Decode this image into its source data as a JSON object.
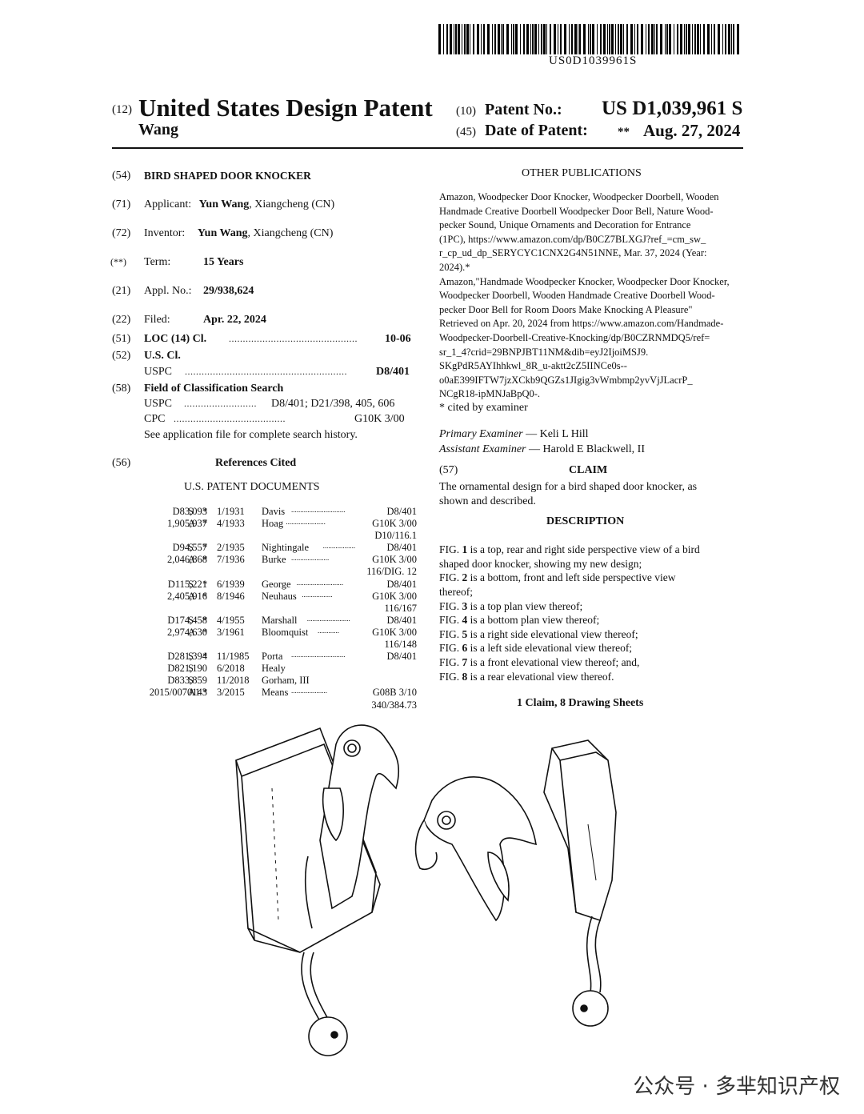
{
  "barcode": {
    "number": "US0D1039961S"
  },
  "header": {
    "type_code": "(12)",
    "title": "United States Design Patent",
    "inventor_short": "Wang",
    "patent_no_code": "(10)",
    "patent_no_label": "Patent No.:",
    "patent_no": "US D1,039,961 S",
    "date_code": "(45)",
    "date_label": "Date of Patent:",
    "date_mark": "**",
    "date": "Aug. 27, 2024"
  },
  "left": {
    "title_code": "(54)",
    "title": "BIRD SHAPED DOOR KNOCKER",
    "applicant_code": "(71)",
    "applicant_label": "Applicant:",
    "applicant_name": "Yun Wang",
    "applicant_loc": ", Xiangcheng (CN)",
    "inventor_code": "(72)",
    "inventor_label": "Inventor:",
    "inventor_name": "Yun Wang",
    "inventor_loc": ", Xiangcheng (CN)",
    "term_code": "(**)",
    "term_label": "Term:",
    "term_value": "15 Years",
    "appl_code": "(21)",
    "appl_label": "Appl. No.:",
    "appl_value": "29/938,624",
    "filed_code": "(22)",
    "filed_label": "Filed:",
    "filed_value": "Apr. 22, 2024",
    "loc_code": "(51)",
    "loc_label": "LOC (14) Cl.",
    "loc_dots": "..............................................",
    "loc_value": "10-06",
    "uscl_code": "(52)",
    "uscl_label": "U.S. Cl.",
    "uspc_label": "USPC",
    "uspc_dots": "..........................................................",
    "uspc_value": "D8/401",
    "field_code": "(58)",
    "field_label": "Field of Classification Search",
    "field_uspc_label": "USPC",
    "field_uspc_dots": "..........................",
    "field_uspc_value": "D8/401; D21/398, 405, 606",
    "field_cpc_label": "CPC",
    "field_cpc_dots": "........................................",
    "field_cpc_value": "G10K 3/00",
    "field_note": "See application file for complete search history.",
    "refs_code": "(56)",
    "refs_label": "References Cited",
    "refs_sub": "U.S. PATENT DOCUMENTS",
    "refs": [
      {
        "num": "D83,093",
        "kind": "S",
        "star": "*",
        "date": "1/1931",
        "name": "Davis",
        "dots": "..............................",
        "cls": "D8/401"
      },
      {
        "num": "1,905,937",
        "kind": "A",
        "star": "*",
        "date": "4/1933",
        "name": "Hoag",
        "dots": "......................",
        "cls": "G10K 3/00"
      },
      {
        "num": "",
        "kind": "",
        "star": "",
        "date": "",
        "name": "",
        "dots": "",
        "cls": "D10/116.1"
      },
      {
        "num": "D94,557",
        "kind": "S",
        "star": "*",
        "date": "2/1935",
        "name": "Nightingale",
        "dots": "..................",
        "cls": "D8/401"
      },
      {
        "num": "2,046,868",
        "kind": "A",
        "star": "*",
        "date": "7/1936",
        "name": "Burke",
        "dots": ".....................",
        "cls": "G10K 3/00"
      },
      {
        "num": "",
        "kind": "",
        "star": "",
        "date": "",
        "name": "",
        "dots": "",
        "cls": "116/DIG. 12"
      },
      {
        "num": "D115,221",
        "kind": "S",
        "star": "*",
        "date": "6/1939",
        "name": "George",
        "dots": "..........................",
        "cls": "D8/401"
      },
      {
        "num": "2,405,916",
        "kind": "A",
        "star": "*",
        "date": "8/1946",
        "name": "Neuhaus",
        "dots": ".................",
        "cls": "G10K 3/00"
      },
      {
        "num": "",
        "kind": "",
        "star": "",
        "date": "",
        "name": "",
        "dots": "",
        "cls": "116/167"
      },
      {
        "num": "D174,458",
        "kind": "S",
        "star": "*",
        "date": "4/1955",
        "name": "Marshall",
        "dots": "........................",
        "cls": "D8/401"
      },
      {
        "num": "2,974,630",
        "kind": "A",
        "star": "*",
        "date": "3/1961",
        "name": "Bloomquist",
        "dots": "............",
        "cls": "G10K 3/00"
      },
      {
        "num": "",
        "kind": "",
        "star": "",
        "date": "",
        "name": "",
        "dots": "",
        "cls": "116/148"
      },
      {
        "num": "D281,394",
        "kind": "S",
        "star": "*",
        "date": "11/1985",
        "name": "Porta",
        "dots": "..............................",
        "cls": "D8/401"
      },
      {
        "num": "D821,190",
        "kind": "S",
        "star": "",
        "date": "6/2018",
        "name": "Healy",
        "dots": "",
        "cls": ""
      },
      {
        "num": "D833,859",
        "kind": "S",
        "star": "",
        "date": "11/2018",
        "name": "Gorham, III",
        "dots": "",
        "cls": ""
      },
      {
        "num": "2015/0070143",
        "kind": "A1",
        "star": "*",
        "date": "3/2015",
        "name": "Means",
        "dots": "....................",
        "cls": "G08B 3/10"
      },
      {
        "num": "",
        "kind": "",
        "star": "",
        "date": "",
        "name": "",
        "dots": "",
        "cls": "340/384.73"
      }
    ]
  },
  "right": {
    "other_pubs_label": "OTHER PUBLICATIONS",
    "pub_lines": [
      "Amazon, Woodpecker Door Knocker, Woodpecker Doorbell, Wooden",
      "Handmade Creative Doorbell Woodpecker Door Bell, Nature Wood-",
      "pecker Sound, Unique Ornaments and Decoration for Entrance",
      "(1PC), https://www.amazon.com/dp/B0CZ7BLXGJ?ref_=cm_sw_",
      "r_cp_ud_dp_SERYCYC1CNX2G4N51NNE, Mar. 37, 2024 (Year:",
      "2024).*",
      "Amazon,\"Handmade Woodpecker Knocker, Woodpecker Door Knocker,",
      "Woodpecker Doorbell, Wooden Handmade Creative Doorbell Wood-",
      "pecker Door Bell for Room Doors Make Knocking A Pleasure\"",
      "Retrieved on Apr. 20, 2024 from https://www.amazon.com/Handmade-",
      "Woodpecker-Doorbell-Creative-Knocking/dp/B0CZRNMDQ5/ref=",
      "sr_1_4?crid=29BNPJBT11NM&dib=eyJ2IjoiMSJ9.",
      "SKgPdR5AYIhhkwl_8R_u-aktt2cZ5IINCe0s--",
      "o0aE399IFTW7jzXCkb9QGZs1JIgig3vWmbmp2yvVjJLacrP_",
      "NCgR18-ipMNJaBpQ0-."
    ],
    "cited_note": "* cited by examiner",
    "primary_label": "Primary Examiner",
    "primary_name": " — Keli L Hill",
    "assistant_label": "Assistant Examiner",
    "assistant_name": " — Harold E Blackwell, II",
    "claim_code": "(57)",
    "claim_label": "CLAIM",
    "claim_lines": [
      "The ornamental design for a bird shaped door knocker, as",
      "shown and described."
    ],
    "description_label": "DESCRIPTION",
    "fig_lines": [
      {
        "pre": "FIG. ",
        "num": "1",
        "post": " is a top, rear and right side perspective view of a bird"
      },
      {
        "pre": "",
        "num": "",
        "post": "shaped door knocker, showing my new design;"
      },
      {
        "pre": "FIG. ",
        "num": "2",
        "post": " is a bottom, front and left side perspective view"
      },
      {
        "pre": "",
        "num": "",
        "post": "thereof;"
      },
      {
        "pre": "FIG. ",
        "num": "3",
        "post": " is a top plan view thereof;"
      },
      {
        "pre": "FIG. ",
        "num": "4",
        "post": " is a bottom plan view thereof;"
      },
      {
        "pre": "FIG. ",
        "num": "5",
        "post": " is a right side elevational view thereof;"
      },
      {
        "pre": "FIG. ",
        "num": "6",
        "post": " is a left side elevational view thereof;"
      },
      {
        "pre": "FIG. ",
        "num": "7",
        "post": " is a front elevational view thereof; and,"
      },
      {
        "pre": "FIG. ",
        "num": "8",
        "post": " is a rear elevational view thereof."
      }
    ],
    "claims_summary": "1 Claim, 8 Drawing Sheets"
  },
  "watermark": {
    "text": "公众号 · 多芈知识产权"
  }
}
